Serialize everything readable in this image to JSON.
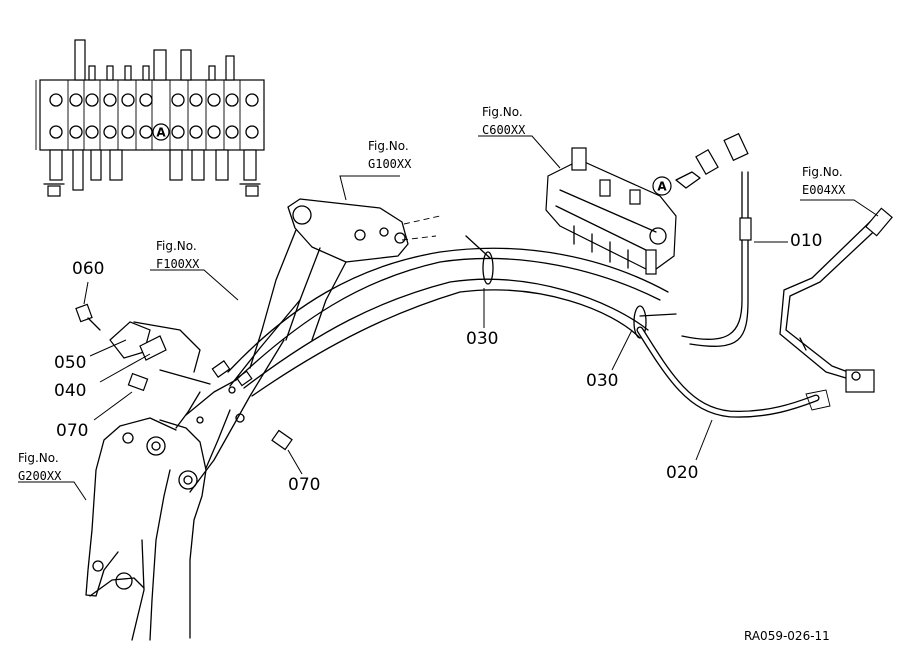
{
  "part_labels": {
    "p010": "010",
    "p020": "020",
    "p030a": "030",
    "p030b": "030",
    "p040": "040",
    "p050": "050",
    "p060": "060",
    "p070a": "070",
    "p070b": "070"
  },
  "figure_refs": {
    "g100": {
      "prefix": "Fig.No.",
      "code": "G100XX"
    },
    "c600": {
      "prefix": "Fig.No.",
      "code": "C600XX"
    },
    "e004": {
      "prefix": "Fig.No.",
      "code": "E004XX"
    },
    "f100": {
      "prefix": "Fig.No.",
      "code": "F100XX"
    },
    "g200": {
      "prefix": "Fig.No.",
      "code": "G200XX"
    }
  },
  "markers": {
    "port_a_inset": "A",
    "port_a_valve": "A"
  },
  "drawing_id": "RA059-026-11"
}
